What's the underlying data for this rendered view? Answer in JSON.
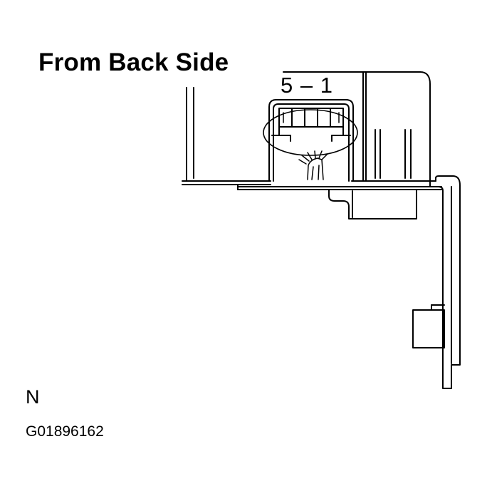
{
  "labels": {
    "title": "From Back Side",
    "connector": "5 – 1",
    "view_letter": "N",
    "figure_code": "G01896162"
  },
  "colors": {
    "line": "#000000",
    "background": "#ffffff"
  }
}
